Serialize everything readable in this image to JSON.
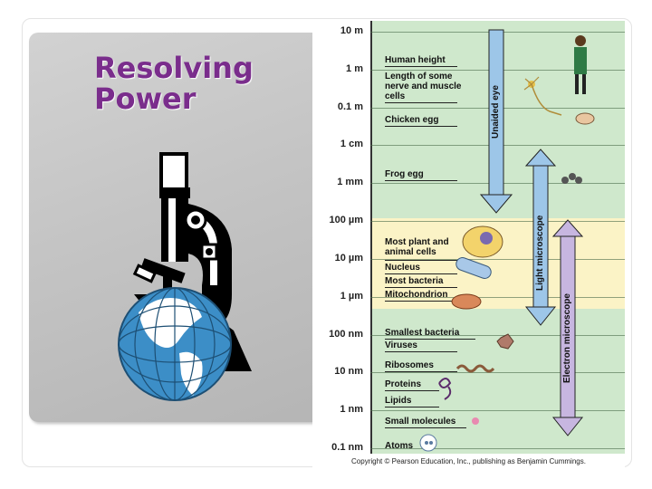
{
  "slide": {
    "title_line1": "Resolving",
    "title_line2": "Power"
  },
  "scale": {
    "ticks": [
      "10 m",
      "1 m",
      "0.1 m",
      "1 cm",
      "1 mm",
      "100 µm",
      "10  µm",
      "1  µm",
      "100 nm",
      "10 nm",
      "1 nm",
      "0.1 nm"
    ]
  },
  "items": [
    {
      "label": "Human height"
    },
    {
      "label": "Length of some nerve and muscle cells"
    },
    {
      "label": "Chicken egg"
    },
    {
      "label": "Frog egg"
    },
    {
      "label": "Most plant and animal cells"
    },
    {
      "label": "Nucleus"
    },
    {
      "label": "Most bacteria"
    },
    {
      "label": "Mitochondrion"
    },
    {
      "label": "Smallest bacteria"
    },
    {
      "label": "Viruses"
    },
    {
      "label": "Ribosomes"
    },
    {
      "label": "Proteins"
    },
    {
      "label": "Lipids"
    },
    {
      "label": "Small molecules"
    },
    {
      "label": "Atoms"
    }
  ],
  "ranges": {
    "unaided_eye": "Unaided eye",
    "light_microscope": "Light microscope",
    "electron_microscope": "Electron microscope"
  },
  "copyright": "Copyright © Pearson Education, Inc., publishing as Benjamin Cummings.",
  "colors": {
    "title": "#7a2d8c",
    "green_band": "#cfe8cc",
    "yellow_band": "#fbf3c6",
    "blue_arrow": "#9dc6e8",
    "purple_arrow": "#c7b6e0"
  }
}
